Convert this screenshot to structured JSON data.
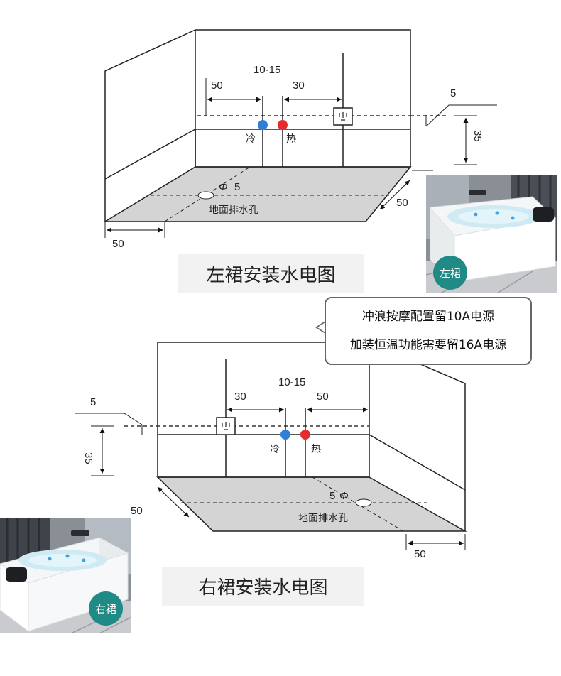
{
  "top_diagram": {
    "title": "左裙安装水电图",
    "dims": {
      "left": "50",
      "gap": "10-15",
      "right": "30",
      "right_small": "5",
      "height": "35",
      "side": "50",
      "bottom": "50",
      "drain": "5"
    },
    "labels": {
      "cold": "冷",
      "hot": "热",
      "drain": "地面排水孔"
    },
    "badge": "左裙"
  },
  "bottom_diagram": {
    "title": "右裙安装水电图",
    "dims": {
      "left": "30",
      "gap": "10-15",
      "right": "50",
      "left_small": "5",
      "height": "35",
      "side": "50",
      "bottom": "50",
      "drain": "5"
    },
    "labels": {
      "cold": "冷",
      "hot": "热",
      "drain": "地面排水孔"
    },
    "badge": "右裙"
  },
  "note": {
    "line1": "冲浪按摩配置留10A电源",
    "line2": "加装恒温功能需要留16A电源"
  },
  "colors": {
    "cold": "#2f7fd6",
    "hot": "#e52b2b",
    "badge": "#1f8a86",
    "floor": "#d4d4d4"
  }
}
